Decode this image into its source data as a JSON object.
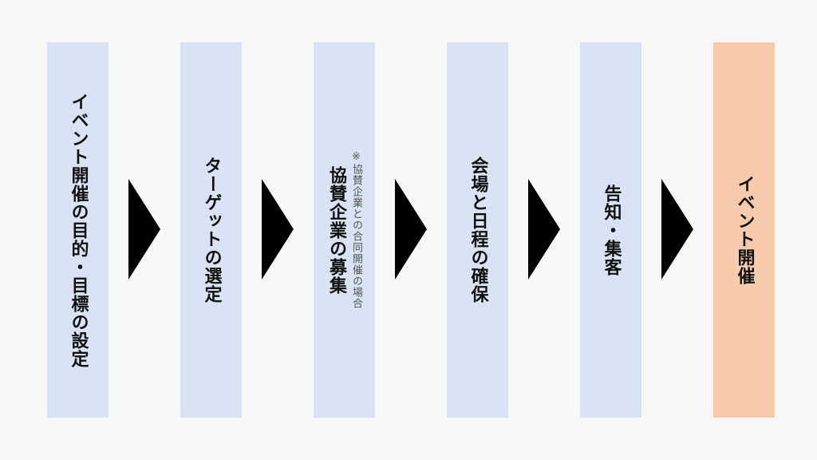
{
  "steps": [
    {
      "label": "イベント開催の目的・目標の設定",
      "fill": "#dae3f3"
    },
    {
      "label": "ターゲットの選定",
      "fill": "#dae3f3"
    },
    {
      "label": "協賛企業の募集",
      "note": "※協賛企業との合同開催の場合",
      "fill": "#dae3f3"
    },
    {
      "label": "会場と日程の確保",
      "fill": "#dae3f3"
    },
    {
      "label": "告知・集客",
      "fill": "#dae3f3"
    },
    {
      "label": "イベント開催",
      "fill": "#f8cbad"
    }
  ],
  "colors": {
    "background": "#f8f8f8",
    "step_fill": "#dae3f3",
    "final_fill": "#f8cbad",
    "arrow": "#000000"
  }
}
